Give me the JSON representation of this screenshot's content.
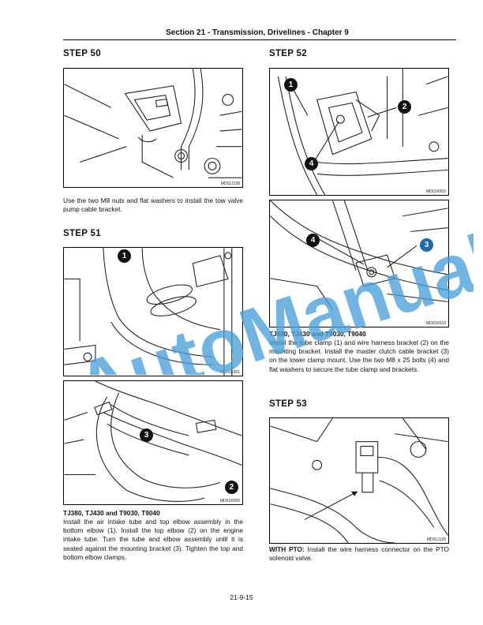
{
  "header": {
    "title": "Section 21 - Transmission, Drivelines - Chapter 9"
  },
  "steps": {
    "s50": {
      "label": "STEP  50"
    },
    "s51": {
      "label": "STEP  51"
    },
    "s52": {
      "label": "STEP  52"
    },
    "s53": {
      "label": "STEP  53"
    }
  },
  "figures": {
    "f50": {
      "code": "MD01J138"
    },
    "f51a": {
      "code": "MD01K001",
      "callouts": [
        "1"
      ]
    },
    "f51b": {
      "code": "MD01K005",
      "callouts": [
        "3",
        "2"
      ]
    },
    "f52a": {
      "code": "MD01K002",
      "callouts": [
        "1",
        "2",
        "4"
      ]
    },
    "f52b": {
      "code": "MD01K010",
      "callouts": [
        "4",
        "3"
      ]
    },
    "f53": {
      "code": "MD01J126"
    }
  },
  "captions": {
    "c50": "Use the two M8 nuts and flat washers to install the tow valve pump cable bracket.",
    "c51_model": "TJ380, TJ430 and T9030, T9040",
    "c51": "Install the air intake tube and top elbow assembly in the bottom elbow (1). Install the top elbow (2) on the engine intake tube. Turn the tube and elbow assembly until it is seated against the mounting bracket (3). Tighten the top and bottom elbow clamps.",
    "c52_model": "TJ380, TJ430 and T9030, T9040",
    "c52": "Install the tube clamp (1) and wire harness bracket (2) on the mounting bracket. Install the master clutch cable bracket (3) on the lower clamp mount. Use the two M8 x 25 bolts (4) and flat washers to secure the tube clamp and brackets.",
    "c53_lead": "WITH PTO:",
    "c53": " Install the wire harness connector on the PTO solenoid valve."
  },
  "watermark": {
    "text": "AutoManual",
    "color": "#4a9fd8"
  },
  "footer": {
    "page": "21-9-15"
  }
}
